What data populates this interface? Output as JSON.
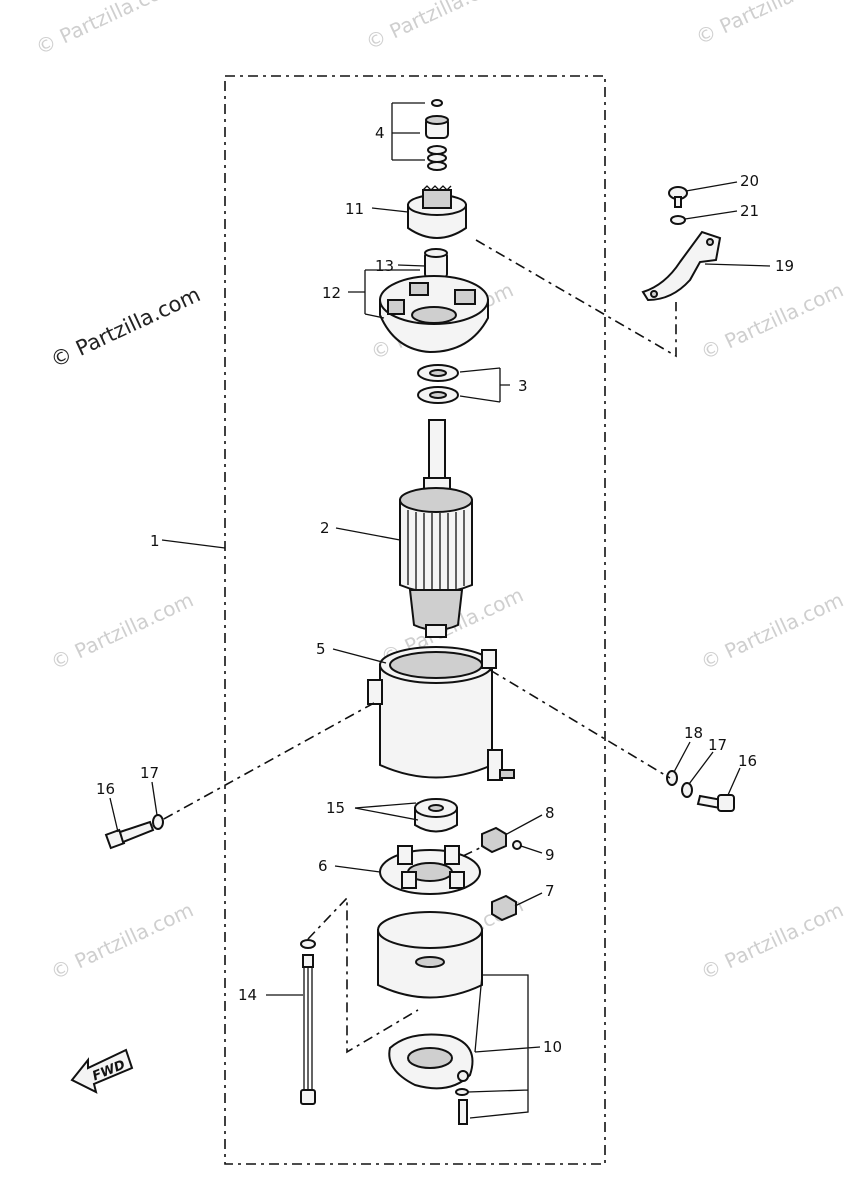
{
  "watermark": {
    "main": "© Partzilla.com",
    "repeat": "© Partzilla.com"
  },
  "direction_label": "FWD",
  "callouts": {
    "c1": "1",
    "c2": "2",
    "c3": "3",
    "c4": "4",
    "c5": "5",
    "c6": "6",
    "c7": "7",
    "c8": "8",
    "c9": "9",
    "c10": "10",
    "c11": "11",
    "c12": "12",
    "c13": "13",
    "c14": "14",
    "c15": "15",
    "c16a": "16",
    "c16b": "16",
    "c17a": "17",
    "c17b": "17",
    "c18": "18",
    "c19": "19",
    "c20": "20",
    "c21": "21"
  }
}
